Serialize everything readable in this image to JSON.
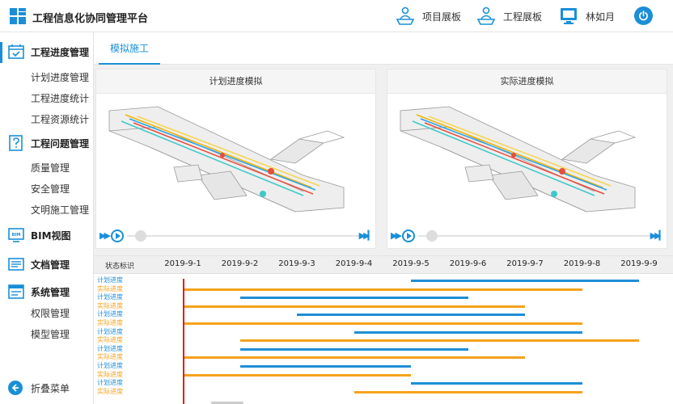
{
  "app": {
    "title": "工程信息化协同管理平台"
  },
  "header": {
    "project_board": "项目展板",
    "engineering_board": "工程展板",
    "user_name": "林如月"
  },
  "sidebar": {
    "groups": [
      {
        "label": "工程进度管理",
        "items": [
          "计划进度管理",
          "工程进度统计",
          "工程资源统计"
        ]
      },
      {
        "label": "工程问题管理",
        "items": [
          "质量管理",
          "安全管理",
          "文明施工管理"
        ]
      },
      {
        "label": "BIM视图",
        "items": []
      },
      {
        "label": "文档管理",
        "items": []
      },
      {
        "label": "系统管理",
        "items": [
          "权限管理",
          "模型管理"
        ]
      }
    ],
    "collapse_label": "折叠菜单"
  },
  "tabs": [
    {
      "label": "模拟施工",
      "active": true
    }
  ],
  "panels": {
    "plan": {
      "title": "计划进度模拟",
      "progress": 0.06
    },
    "actual": {
      "title": "实际进度模拟",
      "progress": 0.06
    }
  },
  "gantt": {
    "status_header": "状态标识",
    "dates": [
      "2019-9-1",
      "2019-9-2",
      "2019-9-3",
      "2019-9-4",
      "2019-9-5",
      "2019-9-6",
      "2019-9-7",
      "2019-9-8",
      "2019-9-9"
    ],
    "plan_label": "计划进度",
    "actual_label": "实际进度",
    "today": "2019-9-1",
    "rows": [
      {
        "type": "plan",
        "start": "2019-9-5",
        "end": "2019-9-9"
      },
      {
        "type": "actual",
        "start": "2019-9-1",
        "end": "2019-9-8"
      },
      {
        "type": "plan",
        "start": "2019-9-2",
        "end": "2019-9-6"
      },
      {
        "type": "actual",
        "start": "2019-9-1",
        "end": "2019-9-7"
      },
      {
        "type": "plan",
        "start": "2019-9-3",
        "end": "2019-9-7"
      },
      {
        "type": "actual",
        "start": "2019-9-1",
        "end": "2019-9-8"
      },
      {
        "type": "plan",
        "start": "2019-9-4",
        "end": "2019-9-8"
      },
      {
        "type": "actual",
        "start": "2019-9-2",
        "end": "2019-9-9"
      },
      {
        "type": "plan",
        "start": "2019-9-2",
        "end": "2019-9-6"
      },
      {
        "type": "actual",
        "start": "2019-9-1",
        "end": "2019-9-7"
      },
      {
        "type": "plan",
        "start": "2019-9-2",
        "end": "2019-9-5"
      },
      {
        "type": "actual",
        "start": "2019-9-1",
        "end": "2019-9-5"
      },
      {
        "type": "plan",
        "start": "2019-9-5",
        "end": "2019-9-8"
      },
      {
        "type": "actual",
        "start": "2019-9-4",
        "end": "2019-9-8"
      }
    ]
  },
  "colors": {
    "accent": "#1a8fd8",
    "plan": "#1f8ed6",
    "actual": "#f5a21c",
    "today": "#e61c1c"
  },
  "icons": {
    "logo": "grid-logo-icon",
    "project_board": "person-desk-icon",
    "engineering_board": "person-desk-icon",
    "user": "monitor-icon",
    "power": "power-icon",
    "collapse": "arrow-left-circle-icon"
  }
}
